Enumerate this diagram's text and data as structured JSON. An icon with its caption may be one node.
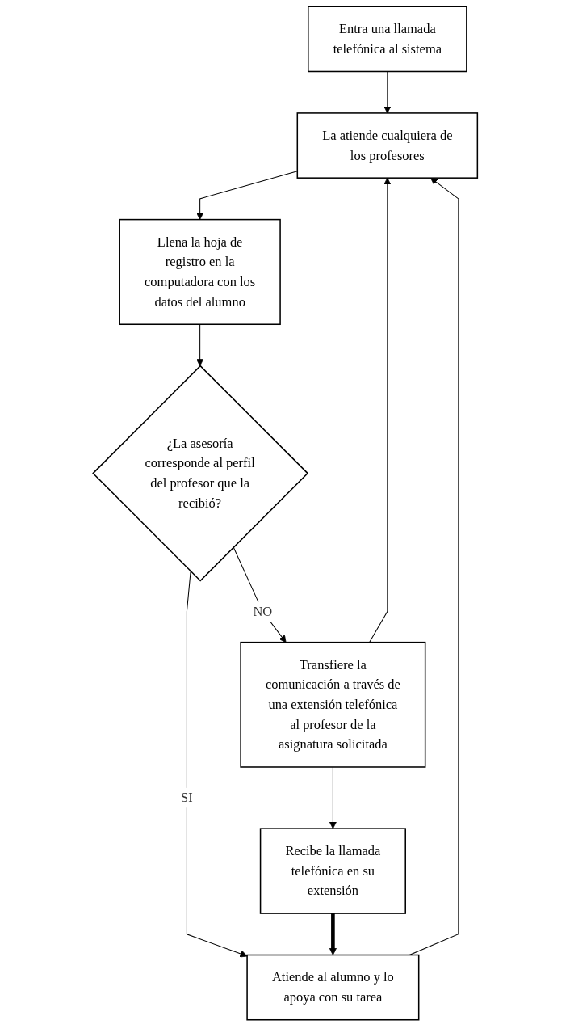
{
  "diagram": {
    "nodes": [
      {
        "text": [
          "Entra una llamada telefónica al sistema"
        ]
      },
      {
        "text": [
          "La atiende cualquiera de los profesores"
        ]
      },
      {
        "text": [
          "Llena la hoja de registro en la computadora con los datos del alumno"
        ]
      },
      {
        "text": [
          "¿La asesoría corresponde al perfil del profesor que la recibió?"
        ]
      },
      {
        "text": [
          "Transfiere la comunicación a través de una extensión telefónica al profesor de la asignatura solicitada"
        ]
      },
      {
        "text": [
          "Atiende al alumno y lo apoya con su tarea"
        ]
      },
      {
        "text": [
          "Recibe la llamada telefónica en su extensión"
        ]
      }
    ],
    "edges": [
      {
        "from": 0,
        "to": 1,
        "arrow": "to"
      },
      {
        "from": 1,
        "to": 2,
        "arrow": "to"
      },
      {
        "from": 2,
        "to": 3,
        "arrow": "to"
      },
      {
        "from": 3,
        "to": 4,
        "arrow": "to",
        "label": "NO"
      },
      {
        "from": 3,
        "to": 5,
        "arrow": "to",
        "label": "SI"
      },
      {
        "from": 4,
        "to": 1,
        "arrow": "to"
      },
      {
        "from": 5,
        "to": 1,
        "arrow": "to"
      },
      {
        "from": 4,
        "to": 6,
        "arrow": "to"
      },
      {
        "from": 6,
        "to": 5,
        "arrow": "to",
        "style": "thick"
      }
    ]
  }
}
